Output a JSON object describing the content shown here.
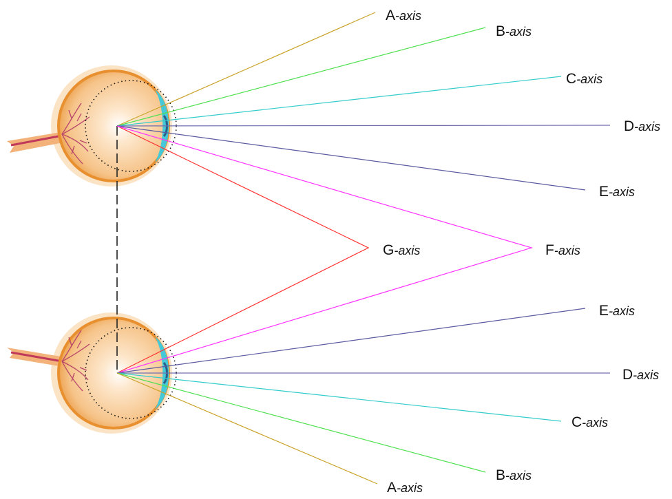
{
  "axis_suffix": "-axis",
  "colors": {
    "A": "#c9a227",
    "B": "#4fe04f",
    "C": "#33cccc",
    "D": "#6f6fb0",
    "E": "#5a5aa0",
    "F": "#ff33ff",
    "G": "#ff3333"
  },
  "labels": [
    {
      "id": "top-a",
      "letter": "A"
    },
    {
      "id": "top-b",
      "letter": "B"
    },
    {
      "id": "top-c",
      "letter": "C"
    },
    {
      "id": "top-d",
      "letter": "D"
    },
    {
      "id": "top-e",
      "letter": "E"
    },
    {
      "id": "mid-g",
      "letter": "G"
    },
    {
      "id": "mid-f",
      "letter": "F"
    },
    {
      "id": "bot-e",
      "letter": "E"
    },
    {
      "id": "bot-d",
      "letter": "D"
    },
    {
      "id": "bot-c",
      "letter": "C"
    },
    {
      "id": "bot-b",
      "letter": "B"
    },
    {
      "id": "bot-a",
      "letter": "A"
    }
  ]
}
